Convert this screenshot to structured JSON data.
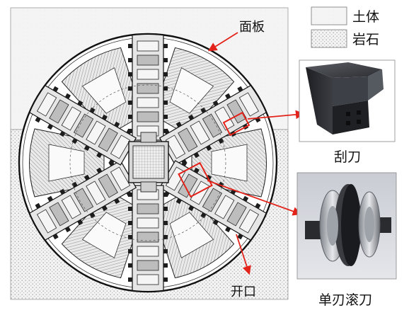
{
  "legend": {
    "items": [
      {
        "label": "土体",
        "pattern": "soil"
      },
      {
        "label": "岩石",
        "pattern": "rock"
      }
    ]
  },
  "labels": {
    "panel": "面板",
    "opening": "开口",
    "scraper": "刮刀",
    "disc_cutter": "单刃滚刀"
  },
  "colors": {
    "arrow": "#e32219",
    "callout_box": "#e32219",
    "steel_dark": "#2a2a2c",
    "steel_light": "#c9ccd0"
  }
}
